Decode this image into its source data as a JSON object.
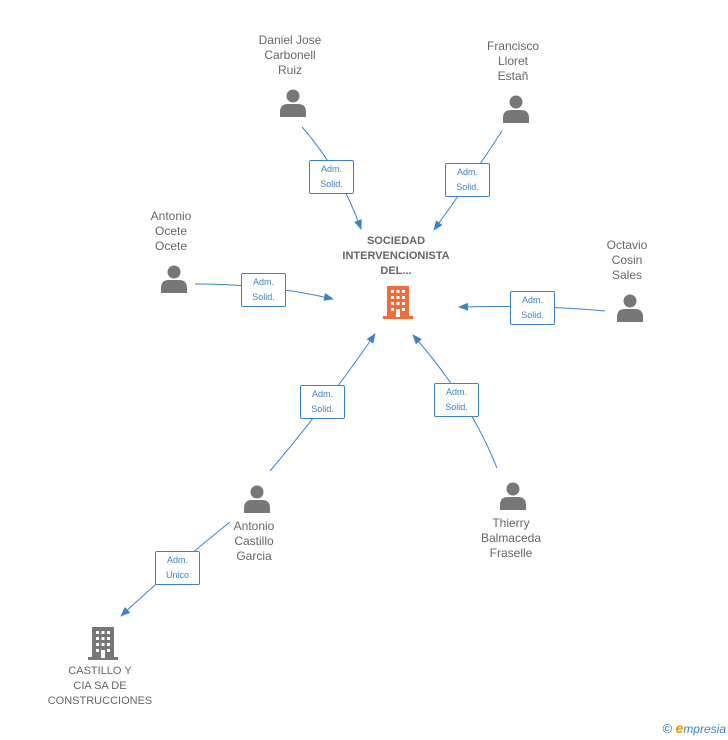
{
  "center": {
    "name_lines": [
      "SOCIEDAD",
      "INTERVENCIONISTA",
      "DEL..."
    ],
    "icon": "building-icon",
    "color": "#f26c3b"
  },
  "persons": [
    {
      "id": "daniel",
      "name_lines": [
        "Daniel Jose",
        "Carbonell",
        "Ruiz"
      ],
      "icon": "person-icon"
    },
    {
      "id": "francisco",
      "name_lines": [
        "Francisco",
        "Lloret",
        "Estañ"
      ],
      "icon": "person-icon"
    },
    {
      "id": "antonio-ocete",
      "name_lines": [
        "Antonio",
        "Ocete",
        "Ocete"
      ],
      "icon": "person-icon"
    },
    {
      "id": "octavio",
      "name_lines": [
        "Octavio",
        "Cosin",
        "Sales"
      ],
      "icon": "person-icon"
    },
    {
      "id": "antonio-castillo",
      "name_lines": [
        "Antonio",
        "Castillo",
        "Garcia"
      ],
      "icon": "person-icon"
    },
    {
      "id": "thierry",
      "name_lines": [
        "Thierry",
        "Balmaceda",
        "Fraselle"
      ],
      "icon": "person-icon"
    }
  ],
  "companies": [
    {
      "id": "castillo",
      "name_lines": [
        "CASTILLO Y",
        "CIA SA DE",
        "CONSTRUCCIONES"
      ],
      "icon": "building-icon",
      "color": "#777777"
    }
  ],
  "relations": [
    {
      "id": "daniel",
      "lines": [
        "Adm.",
        "Solid."
      ]
    },
    {
      "id": "francisco",
      "lines": [
        "Adm.",
        "Solid."
      ]
    },
    {
      "id": "antonio-ocete",
      "lines": [
        "Adm.",
        "Solid."
      ]
    },
    {
      "id": "octavio",
      "lines": [
        "Adm.",
        "Solid."
      ]
    },
    {
      "id": "antonio-castillo",
      "lines": [
        "Adm.",
        "Solid."
      ]
    },
    {
      "id": "thierry",
      "lines": [
        "Adm.",
        "Solid."
      ]
    },
    {
      "id": "castillo",
      "lines": [
        "Adm.",
        "Unico"
      ]
    }
  ],
  "colors": {
    "link": "#3b82c8",
    "person": "#777777",
    "label": "#666666"
  },
  "footer": {
    "copyright": "©",
    "brand_first": "e",
    "brand_rest": "mpresia"
  }
}
